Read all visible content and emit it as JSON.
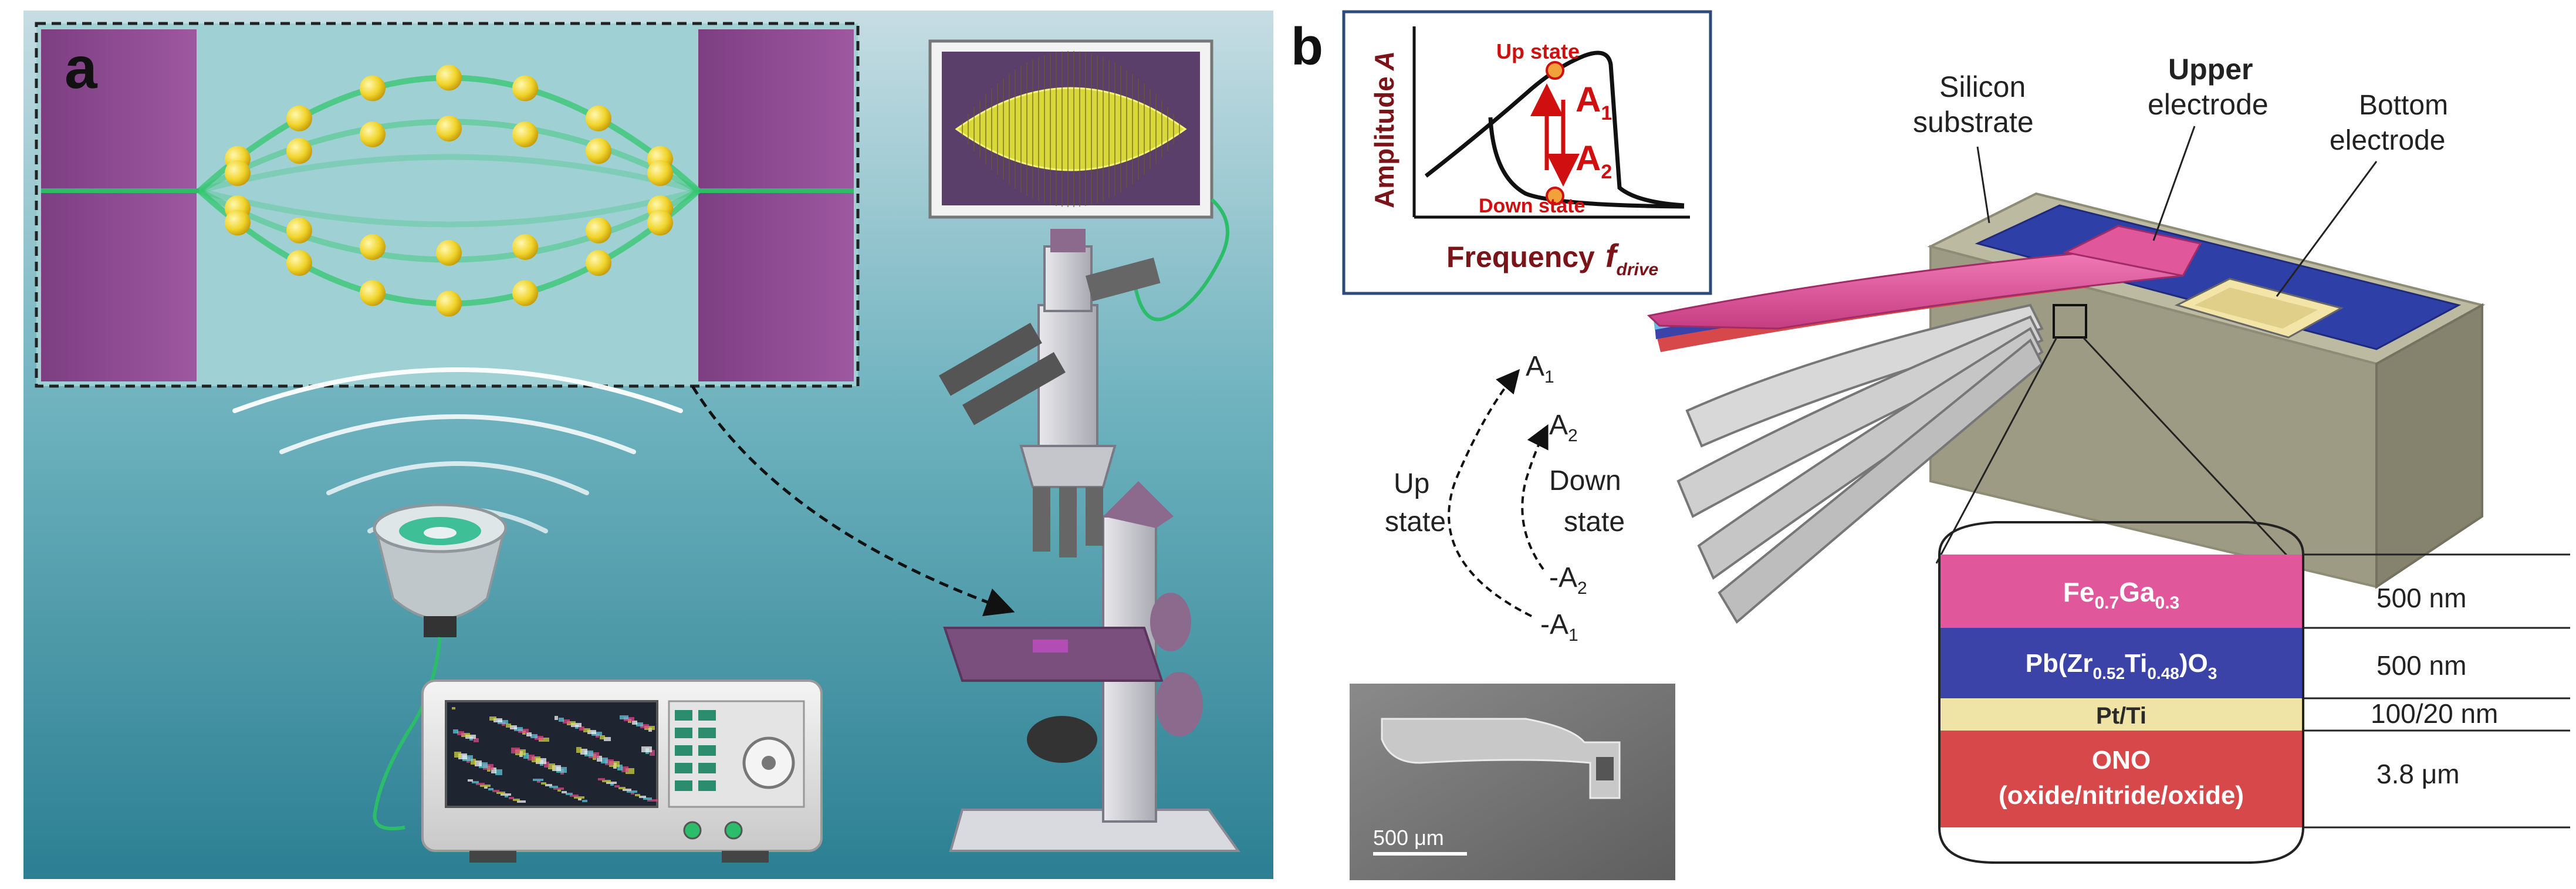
{
  "panel_a": {
    "label": "a"
  },
  "panel_b": {
    "label": "b",
    "inset_graph": {
      "ylabel": "Amplitude",
      "ylabel_symbol": "A",
      "xlabel": "Frequency",
      "xlabel_symbol": "f",
      "xlabel_subscript": "drive",
      "up_state": "Up state",
      "down_state": "Down state",
      "a1": "A",
      "a1_sub": "1",
      "a2": "A",
      "a2_sub": "2"
    },
    "labels": {
      "silicon_1": "Silicon",
      "silicon_2": "substrate",
      "upper_1": "Upper",
      "upper_2": "electrode",
      "bottom_1": "Bottom",
      "bottom_2": "electrode"
    },
    "states": {
      "a1": "A",
      "a1_sub": "1",
      "a2": "A",
      "a2_sub": "2",
      "up_1": "Up",
      "up_2": "state",
      "down_1": "Down",
      "down_2": "state",
      "neg_a2": "-A",
      "neg_a2_sub": "2",
      "neg_a1": "-A",
      "neg_a1_sub": "1"
    },
    "sem_scale": "500 μm",
    "layers": [
      {
        "name": "Fe",
        "sub1": "0.7",
        "mid": "Ga",
        "sub2": "0.3",
        "thickness": "500 nm"
      },
      {
        "name": "Pb(Zr",
        "sub1": "0.52",
        "mid": "Ti",
        "sub2": "0.48",
        "tail": ")O",
        "sub3": "3",
        "thickness": "500 nm"
      },
      {
        "name": "Pt/Ti",
        "thickness": "100/20 nm"
      },
      {
        "name": "ONO",
        "name2": "(oxide/nitride/oxide)",
        "thickness": "3.8 μm"
      }
    ],
    "colors": {
      "ferro": "#e0579b",
      "pzt": "#3b43a8",
      "pt": "#f0e3a6",
      "ono": "#d6484a",
      "graph_red": "#d01010"
    }
  }
}
